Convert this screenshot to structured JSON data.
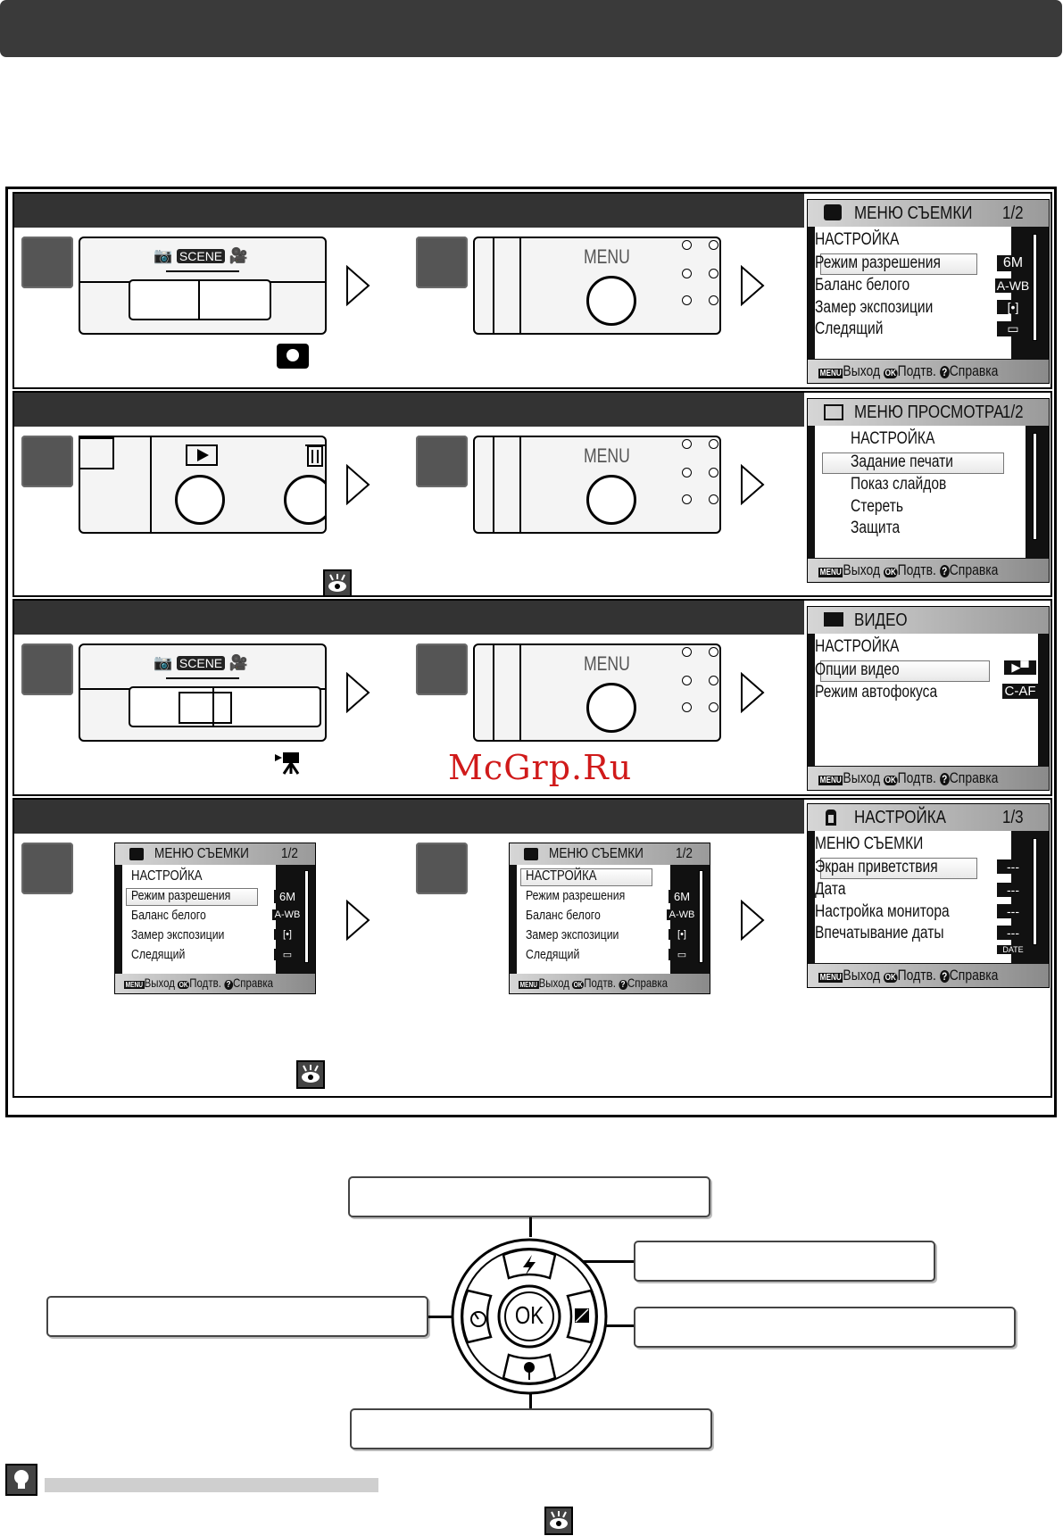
{
  "watermark": "McGrp.Ru",
  "mode_labels": {
    "camera_switch": "SCENE",
    "menu_button": "MENU",
    "ok_button": "OK"
  },
  "screens": {
    "shooting_menu": {
      "title": "МЕНЮ СЪЕМКИ",
      "page": "1/2",
      "items": [
        "НАСТРОЙКА",
        "Режим разрешения",
        "Баланс белого",
        "Замер экспозиции",
        "Следящий"
      ],
      "side_icons": [
        "6M",
        "A-WB",
        "[•]",
        "▭"
      ],
      "footer": {
        "menu": "MENU",
        "exit": "Выход",
        "ok": "OK",
        "confirm": "Подтв.",
        "help_icon": "?",
        "help": "Справка"
      }
    },
    "shooting_menu_alt": {
      "items": [
        "НАСТРОЙКА",
        "Режим разрешения",
        "Баланс белого",
        "Замер экспозиции",
        "Следящий"
      ]
    },
    "playback_menu": {
      "title": "МЕНЮ ПРОСМОТРА",
      "page": "1/2",
      "items": [
        "НАСТРОЙКА",
        "Задание печати",
        "Показ слайдов",
        "Стереть",
        "Защита"
      ]
    },
    "movie_menu": {
      "title": "ВИДЕО",
      "items": [
        "НАСТРОЙКА",
        "Опции видео",
        "Режим автофокуса"
      ],
      "side_icons": [
        "▶▀",
        "C-AF"
      ]
    },
    "setup_menu": {
      "title": "НАСТРОЙКА",
      "page": "1/3",
      "items": [
        "МЕНЮ СЪЕМКИ",
        "Экран приветствия",
        "Дата",
        "Настройка монитора",
        "Впечатывание даты"
      ],
      "side_icons": [
        "---",
        "---",
        "---",
        "---",
        "DATE"
      ]
    }
  },
  "colors": {
    "header": "#3a3a3a",
    "section_bar": "#333333",
    "watermark": "#d01a1a"
  }
}
